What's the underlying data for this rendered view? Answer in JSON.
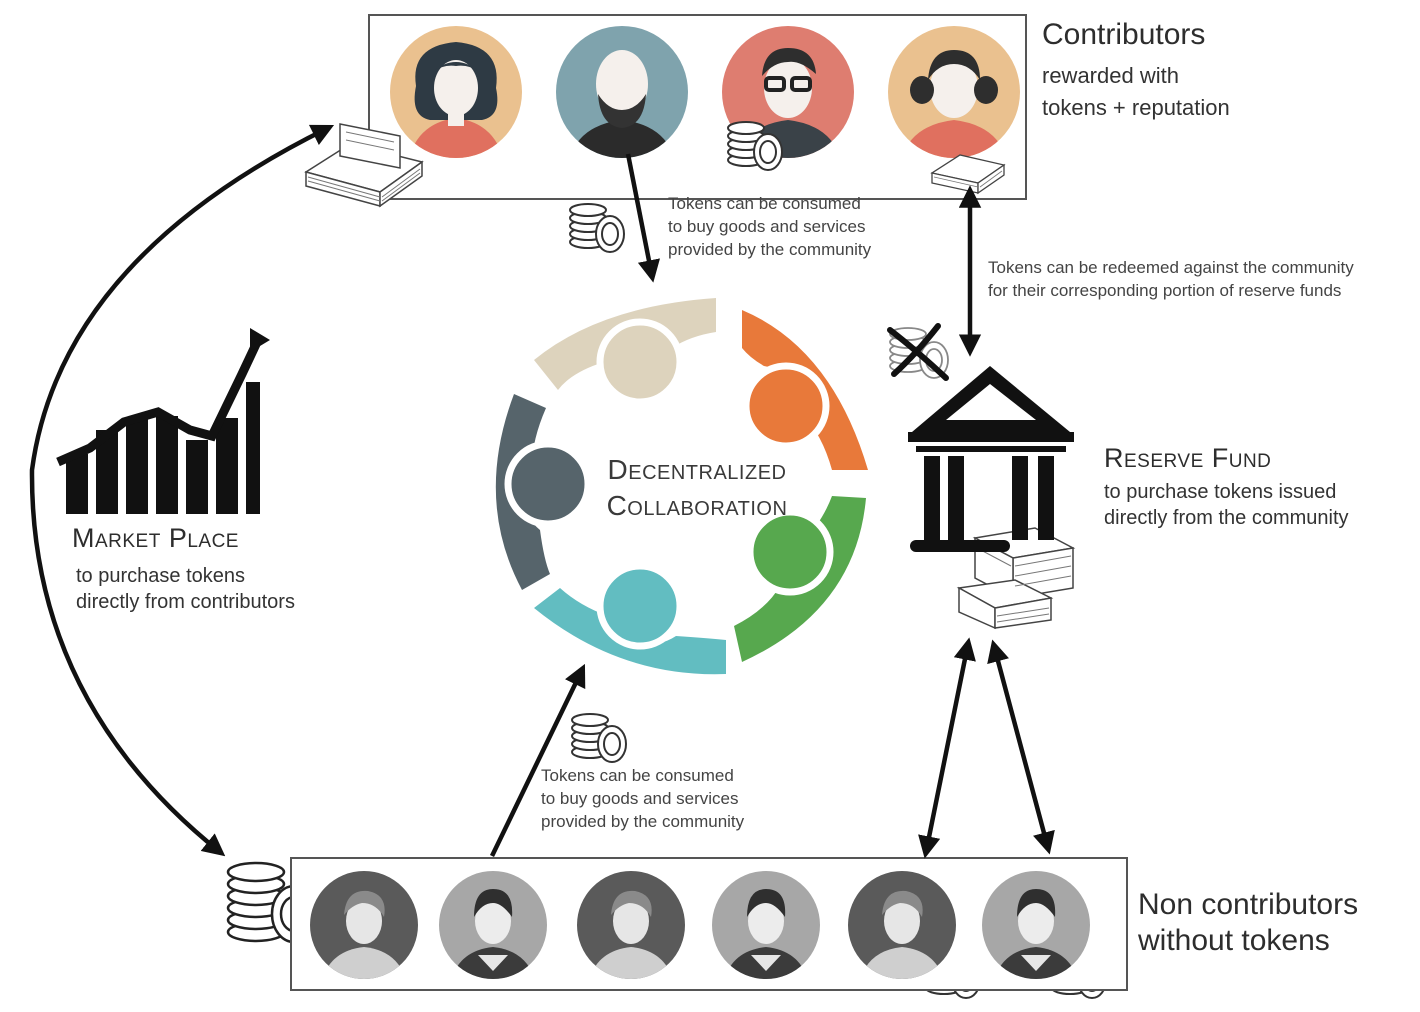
{
  "contributors": {
    "title": "Contributors",
    "subtitle_line1": "rewarded with",
    "subtitle_line2": "tokens + reputation"
  },
  "non_contributors": {
    "line1": "Non contributors",
    "line2": "without tokens"
  },
  "market_place": {
    "title": "Market Place",
    "desc_line1": "to purchase tokens",
    "desc_line2": "directly from contributors"
  },
  "reserve_fund": {
    "title": "Reserve Fund",
    "desc_line1": "to purchase tokens issued",
    "desc_line2": "directly from the community"
  },
  "center": {
    "line1": "Decentralized",
    "line2": "Collaboration"
  },
  "notes": {
    "consumed_top": {
      "line1": "Tokens can be consumed",
      "line2": "to buy goods and services",
      "line3": "provided by the community"
    },
    "consumed_bottom": {
      "line1": "Tokens can be consumed",
      "line2": "to buy goods and services",
      "line3": "provided by the community"
    },
    "redeemed": {
      "line1": "Tokens can be redeemed against the community",
      "line2": "for their corresponding portion of reserve funds"
    }
  },
  "colors": {
    "segment_beige": "#DDD3BD",
    "segment_orange": "#E8793A",
    "segment_green": "#57A84E",
    "segment_teal": "#62BDC1",
    "segment_slate": "#56646B",
    "avatar_1_bg": "#EAC18F",
    "avatar_2_bg": "#7FA3AD",
    "avatar_3_bg": "#DE7D70",
    "avatar_4_bg": "#EAC18F",
    "shirt": "#E0705F"
  },
  "icons": [
    "cash-stack-icon",
    "token-chips-icon",
    "growth-chart-icon",
    "bank-building-icon",
    "person-avatar-icon",
    "cross-out-icon"
  ]
}
